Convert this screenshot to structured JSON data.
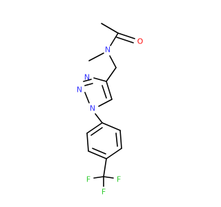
{
  "molecule": {
    "atoms": {
      "o": "O",
      "n_amide": "N",
      "n3": "N",
      "n2": "N",
      "n1": "N",
      "f1": "F",
      "f2": "F",
      "f3": "F"
    }
  },
  "colors": {
    "carbon_bonds": "#000000",
    "nitrogen": "#3333ff",
    "oxygen": "#ff0d0d",
    "fluorine": "#33cc33",
    "background": "#ffffff"
  }
}
